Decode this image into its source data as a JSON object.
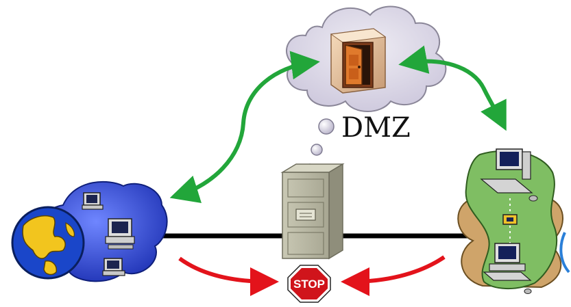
{
  "diagram": {
    "dmz_label": "DMZ",
    "stop_label": "STOP",
    "nodes": [
      {
        "id": "internet",
        "icon": "globe-with-computers-icon"
      },
      {
        "id": "dmz",
        "icon": "door-icon"
      },
      {
        "id": "firewall",
        "icon": "filing-cabinet-icon"
      },
      {
        "id": "internal-network",
        "icon": "lan-computers-icon"
      },
      {
        "id": "stop",
        "icon": "stop-sign-icon"
      }
    ],
    "connections": [
      {
        "from": "internet",
        "to": "dmz",
        "style": "two-way",
        "color": "#22a63a"
      },
      {
        "from": "dmz",
        "to": "internal-network",
        "style": "two-way",
        "color": "#22a63a"
      },
      {
        "from": "internet",
        "to": "stop",
        "style": "one-way",
        "color": "#e3131b"
      },
      {
        "from": "internal-network",
        "to": "stop",
        "style": "one-way",
        "color": "#e3131b"
      },
      {
        "from": "internet",
        "to": "internal-network",
        "style": "line",
        "color": "#000000"
      }
    ],
    "colors": {
      "allowed": "#22a63a",
      "blocked": "#e3131b",
      "cloud": "#dcd8e6",
      "stop": "#d0141b",
      "firewall": "#b9b8a3",
      "internet_cloud": "#2f47c8",
      "lan_green": "#7fbe63",
      "lan_tan": "#cfa46a"
    }
  }
}
